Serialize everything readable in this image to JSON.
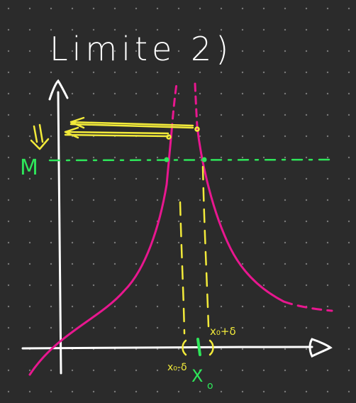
{
  "title": "Limite 2)",
  "labels": {
    "m": "M",
    "x0": "X",
    "x0_sub": "o",
    "left_bound": "x₀-δ",
    "right_bound": "x₀+δ"
  },
  "colors": {
    "background": "#2b2b2b",
    "dots": "#7a7a7a",
    "axes": "#ffffff",
    "curve": "#e8178f",
    "level_line": "#2ee65a",
    "arrows": "#f2ea3a"
  },
  "icons": {
    "down_arrow": "double-down-arrow-icon"
  }
}
